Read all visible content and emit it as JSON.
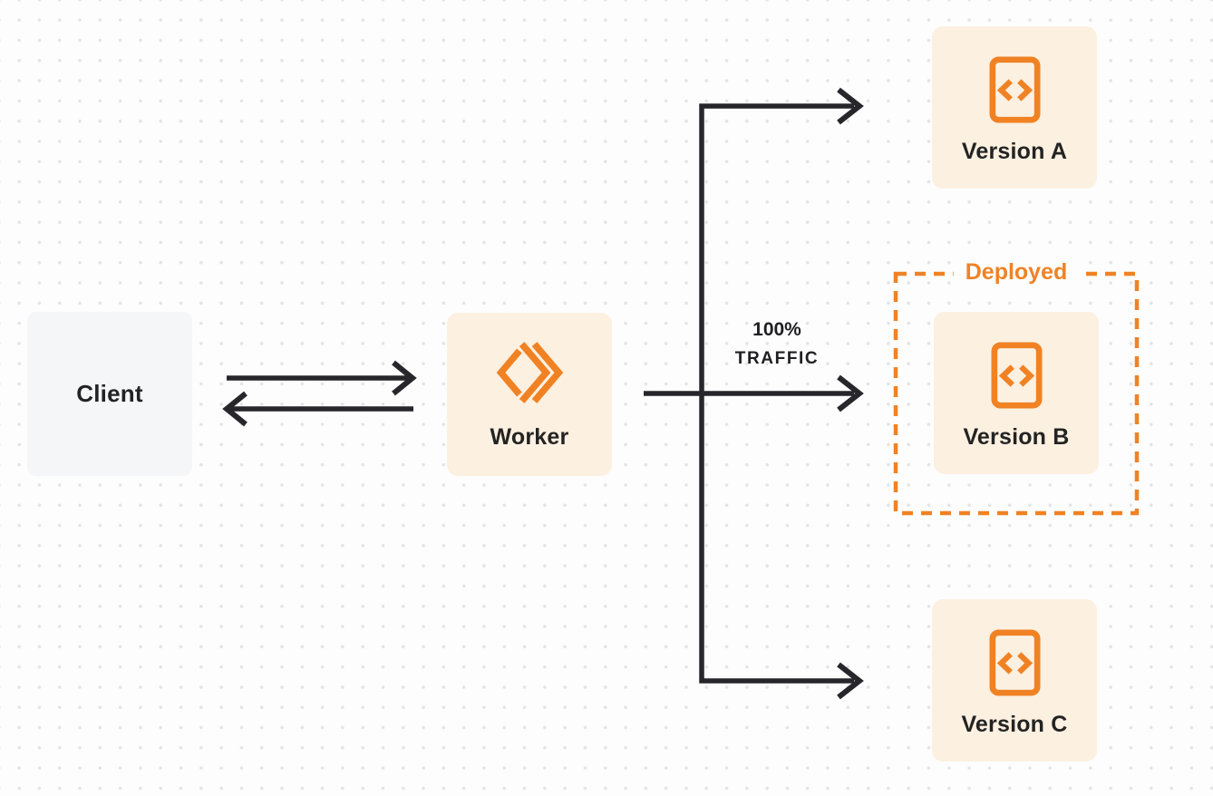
{
  "diagram": {
    "colors": {
      "page_bg": "#fdfdfd",
      "dot_color": "#e4e4e6",
      "accent_orange": "#f08224",
      "box_cream": "#fcf0e1",
      "box_gray": "#f5f6f7",
      "arrow_dark": "#26262b",
      "text_dark": "#232323"
    },
    "nodes": {
      "client": {
        "label": "Client"
      },
      "worker": {
        "label": "Worker",
        "icon": "cloudflare-workers-logo-icon"
      },
      "version_a": {
        "label": "Version A",
        "icon": "code-file-icon"
      },
      "version_b": {
        "label": "Version B",
        "icon": "code-file-icon"
      },
      "version_c": {
        "label": "Version C",
        "icon": "code-file-icon"
      }
    },
    "annotations": {
      "deployed_label": "Deployed",
      "traffic_line1": "100%",
      "traffic_line2": "TRAFFIC"
    },
    "edges": [
      {
        "name": "client-to-worker",
        "direction": "right"
      },
      {
        "name": "worker-to-client",
        "direction": "left"
      },
      {
        "name": "worker-to-version-a",
        "direction": "right"
      },
      {
        "name": "worker-to-version-b",
        "direction": "right",
        "label": "100% TRAFFIC"
      },
      {
        "name": "worker-to-version-c",
        "direction": "right"
      }
    ]
  }
}
